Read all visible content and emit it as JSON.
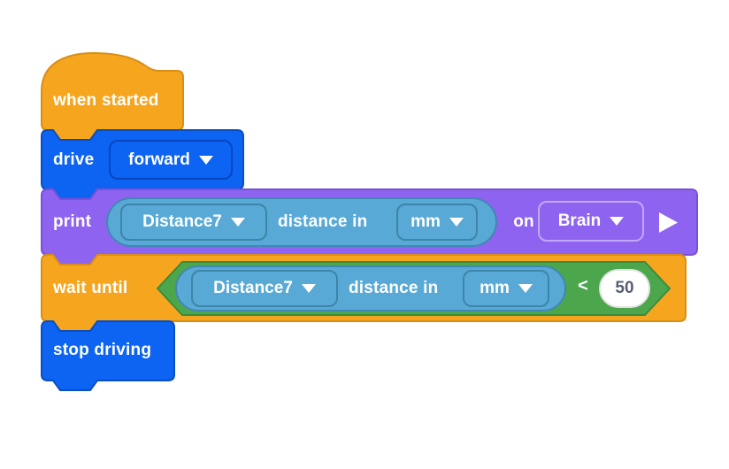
{
  "colors": {
    "canvas_bg": "#FFFFFF",
    "event_orange": "#F6A51F",
    "event_orange_border": "#DA8E15",
    "drivetrain_blue": "#0D63F2",
    "drivetrain_blue_border": "#0A4FC0",
    "looks_purple": "#8E63F0",
    "looks_purple_border": "#7A50D8",
    "sensing_cyan": "#58A9D5",
    "sensing_cyan_border": "#4187B5",
    "operator_green": "#4CA64C",
    "operator_green_border": "#3C8B3C",
    "label_text": "#FFFFFF",
    "input_text": "#575E75",
    "expand_icon_color": "#FFFFFF"
  },
  "blocks": {
    "when_started": {
      "label": "when started"
    },
    "drive": {
      "label": "drive",
      "direction_dropdown": {
        "value": "forward"
      }
    },
    "print": {
      "label": "print",
      "sensor": {
        "device_dropdown": {
          "value": "Distance7"
        },
        "label": "distance in",
        "unit_dropdown": {
          "value": "mm"
        }
      },
      "on_label": "on",
      "screen_dropdown": {
        "value": "Brain"
      }
    },
    "wait_until": {
      "label": "wait until",
      "condition": {
        "sensor": {
          "device_dropdown": {
            "value": "Distance7"
          },
          "label": "distance in",
          "unit_dropdown": {
            "value": "mm"
          }
        },
        "operator": "<",
        "value": "50"
      }
    },
    "stop_driving": {
      "label": "stop driving"
    }
  }
}
